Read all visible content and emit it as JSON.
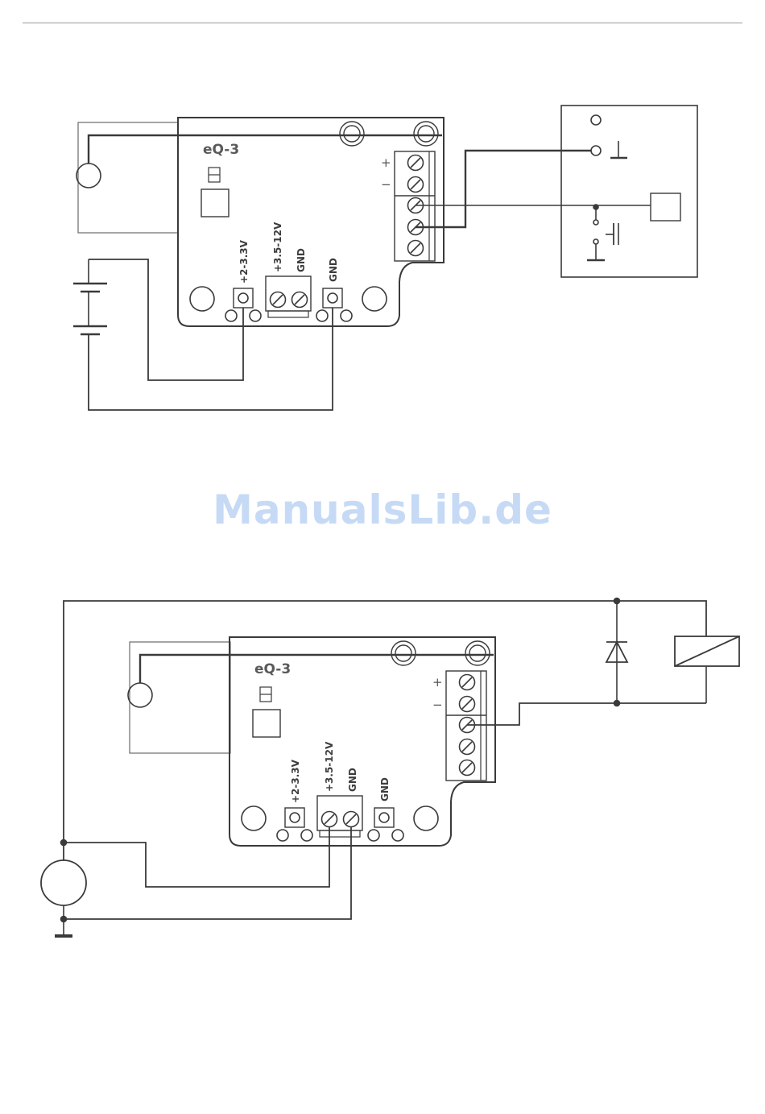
{
  "watermark": "ManualsLib.de",
  "diagram1": {
    "brand": "eQ-3",
    "labels": {
      "v1": "+2-3.3V",
      "v2": "+3.5-12V",
      "gnd1": "GND",
      "gnd2": "GND"
    },
    "terminals": {
      "plus": "+",
      "minus": "−"
    }
  },
  "diagram2": {
    "brand": "eQ-3",
    "labels": {
      "v1": "+2-3.3V",
      "v2": "+3.5-12V",
      "gnd1": "GND",
      "gnd2": "GND"
    },
    "terminals": {
      "plus": "+",
      "minus": "−"
    }
  }
}
